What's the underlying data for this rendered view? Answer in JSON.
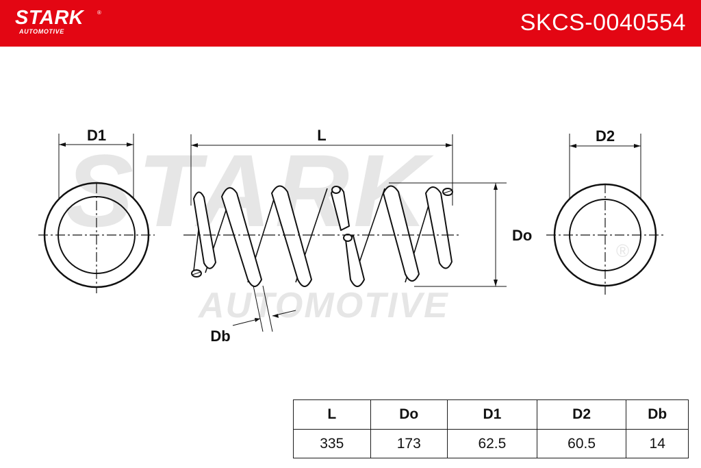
{
  "header": {
    "brand": "STARK",
    "brand_sub": "AUTOMOTIVE",
    "registered_mark": "®",
    "part_number": "SKCS-0040554",
    "color": "#e30613"
  },
  "watermark": {
    "main": "STARK",
    "sub": "AUTOMOTIVE",
    "registered_mark": "®"
  },
  "labels": {
    "d1": "D1",
    "l": "L",
    "d2": "D2",
    "do": "Do",
    "db": "Db"
  },
  "specs": {
    "headers": [
      "L",
      "Do",
      "D1",
      "D2",
      "Db"
    ],
    "values": [
      "335",
      "173",
      "62.5",
      "60.5",
      "14"
    ]
  }
}
